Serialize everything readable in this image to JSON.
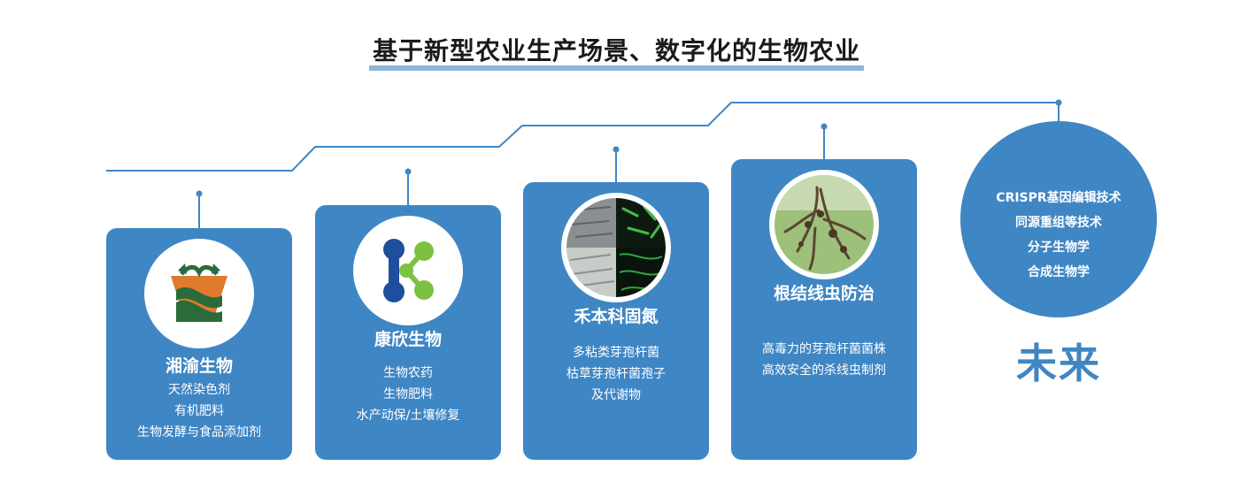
{
  "title": "基于新型农业生产场景、数字化的生物农业",
  "colors": {
    "accent": "#3f86c4",
    "underline": "#8fb6da",
    "title_text": "#1a1a1a"
  },
  "cards": [
    {
      "name": "湘渝生物",
      "items": [
        "天然染色剂",
        "有机肥料",
        "生物发酵与食品添加剂"
      ]
    },
    {
      "name": "康欣生物",
      "items": [
        "生物农药",
        "生物肥料",
        "水产动保/土壤修复"
      ]
    },
    {
      "name": "禾本科固氮",
      "items": [
        "多粘类芽孢杆菌",
        "枯草芽孢杆菌孢子",
        "及代谢物"
      ]
    },
    {
      "name": "根结线虫防治",
      "items": [
        "高毒力的芽孢杆菌菌株",
        "高效安全的杀线虫制剂"
      ]
    }
  ],
  "future": {
    "label": "未来",
    "items": [
      "CRISPR基因编辑技术",
      "同源重组等技术",
      "分子生物学",
      "合成生物学"
    ]
  }
}
